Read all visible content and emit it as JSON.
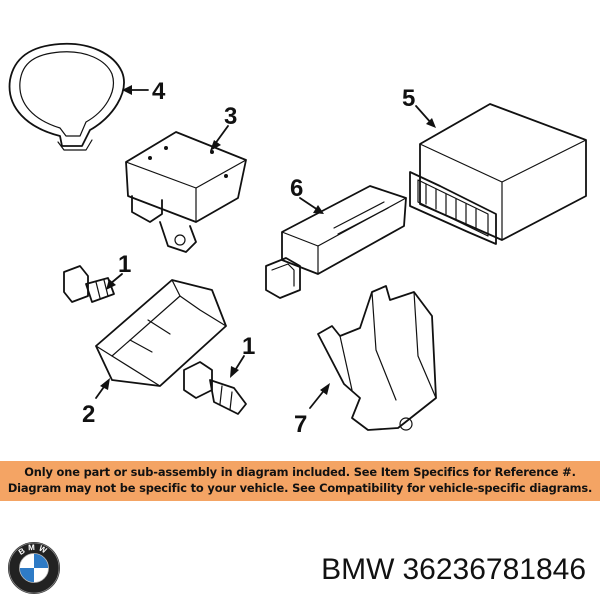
{
  "callouts": {
    "item1a": "1",
    "item1b": "1",
    "item2": "2",
    "item3": "3",
    "item4": "4",
    "item5": "5",
    "item6": "6",
    "item7": "7"
  },
  "notice": {
    "line1": "Only one part or sub-assembly in diagram included. See Item Specifics for Reference #.",
    "line2": "Diagram may not be specific to your vehicle. See Compatibility for vehicle-specific diagrams."
  },
  "brand": {
    "logo_letters": "BMW",
    "name": "BMW",
    "part_number": "36236781846"
  },
  "colors": {
    "notice_bg": "#f4a464",
    "logo_blue": "#2e7bc6"
  }
}
